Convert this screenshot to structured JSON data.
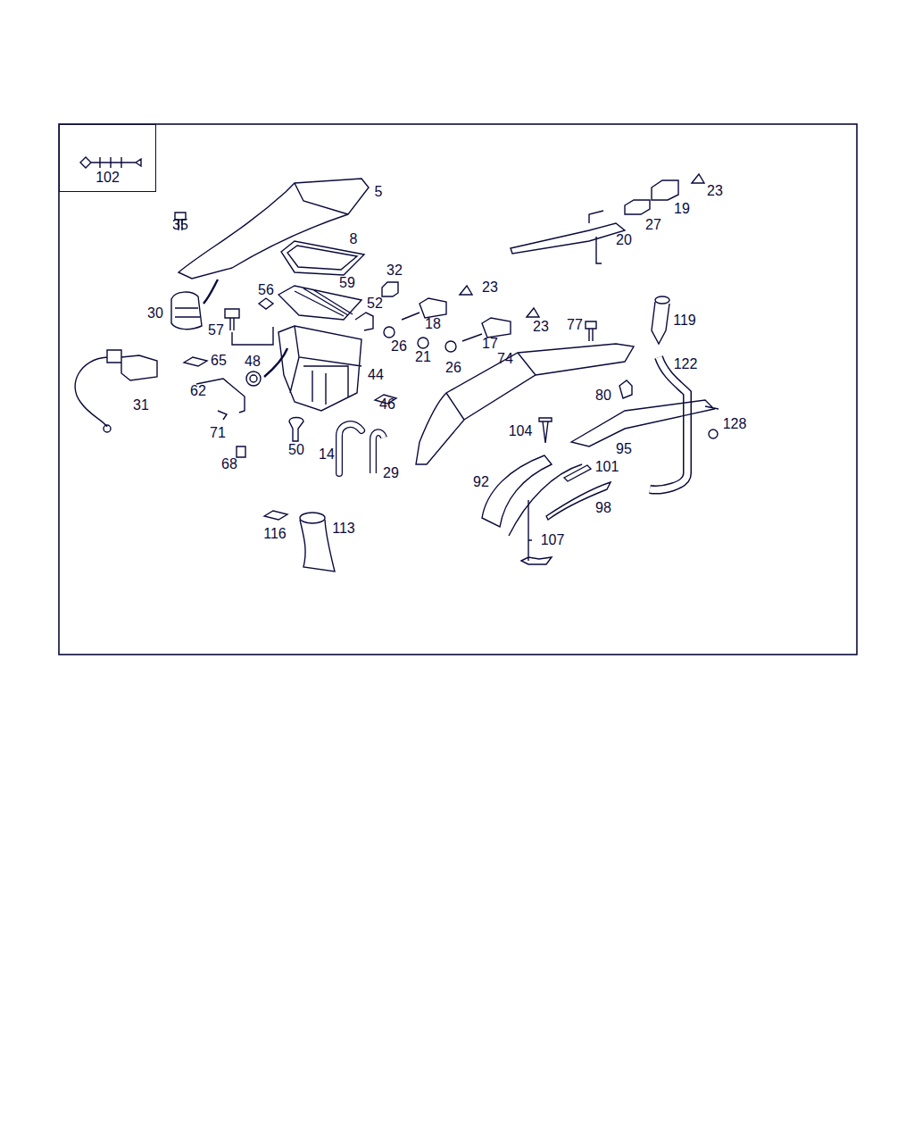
{
  "diagram": {
    "nodes": [
      {
        "text": [
          "102"
        ]
      }
    ],
    "labels": [
      "5",
      "35",
      "8",
      "32",
      "23",
      "59",
      "56",
      "52",
      "30",
      "18",
      "23",
      "77",
      "119",
      "57",
      "17",
      "26",
      "21",
      "74",
      "65",
      "48",
      "122",
      "26",
      "44",
      "62",
      "80",
      "46",
      "31",
      "71",
      "104",
      "128",
      "95",
      "50",
      "14",
      "68",
      "101",
      "29",
      "92",
      "98",
      "113",
      "116",
      "107",
      "23",
      "19",
      "27",
      "20"
    ]
  }
}
